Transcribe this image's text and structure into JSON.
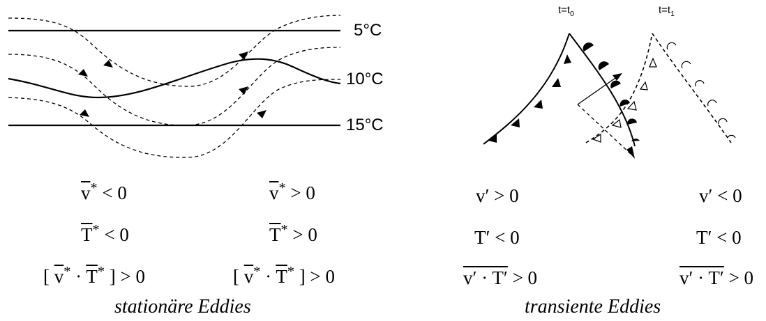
{
  "left_panel": {
    "isotherms": [
      "5°C",
      "10°C",
      "15°C"
    ],
    "column_left": {
      "v_rel": "< 0",
      "t_rel": "< 0",
      "flux_rel": "> 0"
    },
    "column_right": {
      "v_rel": "> 0",
      "t_rel": "> 0",
      "flux_rel": "> 0"
    },
    "caption": "stationäre Eddies"
  },
  "right_panel": {
    "time_labels": {
      "t0_base": "t=t",
      "t0_sub": "0",
      "t1_base": "t=t",
      "t1_sub": "1"
    },
    "column_left": {
      "v_rel": "> 0",
      "t_rel": "< 0",
      "flux_rel": "> 0"
    },
    "column_right": {
      "v_rel": "< 0",
      "t_rel": "< 0",
      "flux_rel": "> 0"
    },
    "caption": "transiente Eddies"
  },
  "colors": {
    "ink": "#000000",
    "background": "#ffffff"
  }
}
